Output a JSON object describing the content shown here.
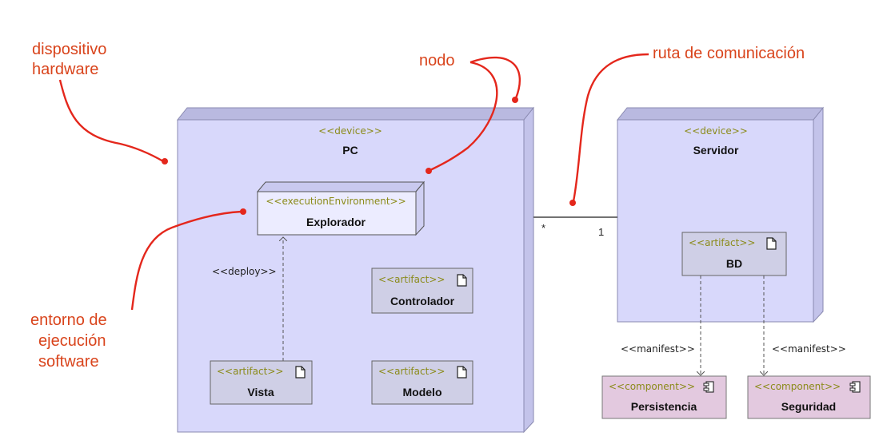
{
  "annotations": {
    "hardware_device": [
      "dispositivo",
      "hardware"
    ],
    "node": "nodo",
    "communication_path": "ruta de comunicación",
    "execution_environment": [
      "entorno de",
      "ejecución",
      "software"
    ]
  },
  "nodes": {
    "pc": {
      "stereotype": "<<device>>",
      "name": "PC"
    },
    "server": {
      "stereotype": "<<device>>",
      "name": "Servidor"
    }
  },
  "execution_environment": {
    "stereotype": "<<executionEnvironment>>",
    "name": "Explorador"
  },
  "artifacts": {
    "vista": {
      "stereotype": "<<artifact>>",
      "name": "Vista"
    },
    "controlador": {
      "stereotype": "<<artifact>>",
      "name": "Controlador"
    },
    "modelo": {
      "stereotype": "<<artifact>>",
      "name": "Modelo"
    },
    "bd": {
      "stereotype": "<<artifact>>",
      "name": "BD"
    }
  },
  "components": {
    "persistencia": {
      "stereotype": "<<component>>",
      "name": "Persistencia"
    },
    "seguridad": {
      "stereotype": "<<component>>",
      "name": "Seguridad"
    }
  },
  "relations": {
    "deploy": "<<deploy>>",
    "manifest_left": "<<manifest>>",
    "manifest_right": "<<manifest>>",
    "multiplicity_pc": "*",
    "multiplicity_server": "1"
  },
  "colors": {
    "node_fill": "#d8d8fb",
    "node_top": "#b9b9e0",
    "node_side": "#c3c3ea",
    "artifact_fill": "#cfcfe6",
    "component_fill": "#e3c9df",
    "annotation": "#d9441c",
    "stereotype": "#8b8b1a"
  }
}
